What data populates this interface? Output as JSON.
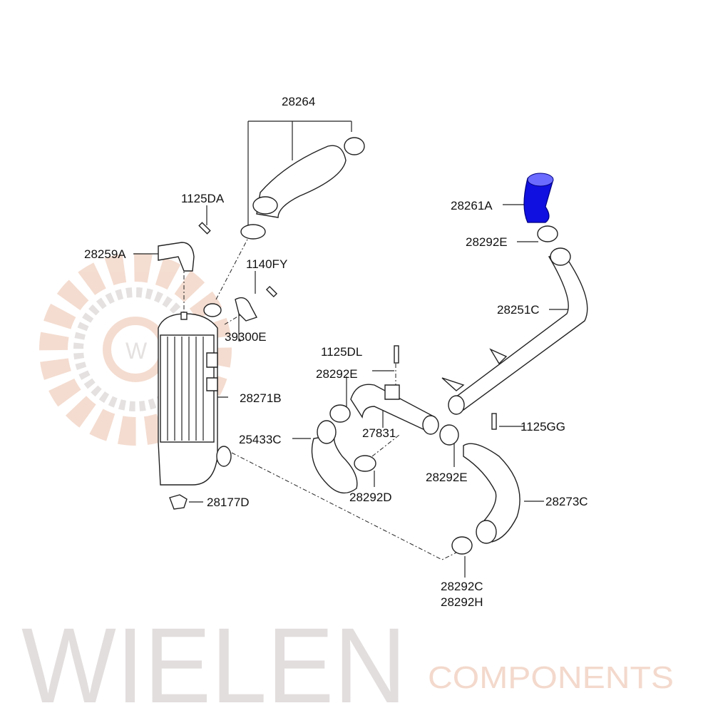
{
  "watermark": {
    "brand": "WIELEN",
    "sub": "COMPONENTS",
    "logo_letter": "W"
  },
  "colors": {
    "highlight": "#1010e0",
    "watermark_gray": "#e2dedd",
    "watermark_orange": "#f3d9cc"
  },
  "labels": {
    "hose_upper": "28264",
    "bolt_1125da": "1125DA",
    "bracket": "28259A",
    "bolt_1140fy": "1140FY",
    "sensor": "39300E",
    "intercooler": "28271B",
    "hose_25433c": "25433C",
    "nut": "28177D",
    "hose_selected": "28261A",
    "clamp_top_right": "28292E",
    "pipe_28251c": "28251C",
    "bolt_1125dl": "1125DL",
    "clamp_left": "28292E",
    "pipe_27831": "27831",
    "bolt_1125gg": "1125GG",
    "clamp_mid": "28292E",
    "clamp_28292d": "28292D",
    "hose_28273c": "28273C",
    "clamp_bottom_1": "28292C",
    "clamp_bottom_2": "28292H"
  }
}
